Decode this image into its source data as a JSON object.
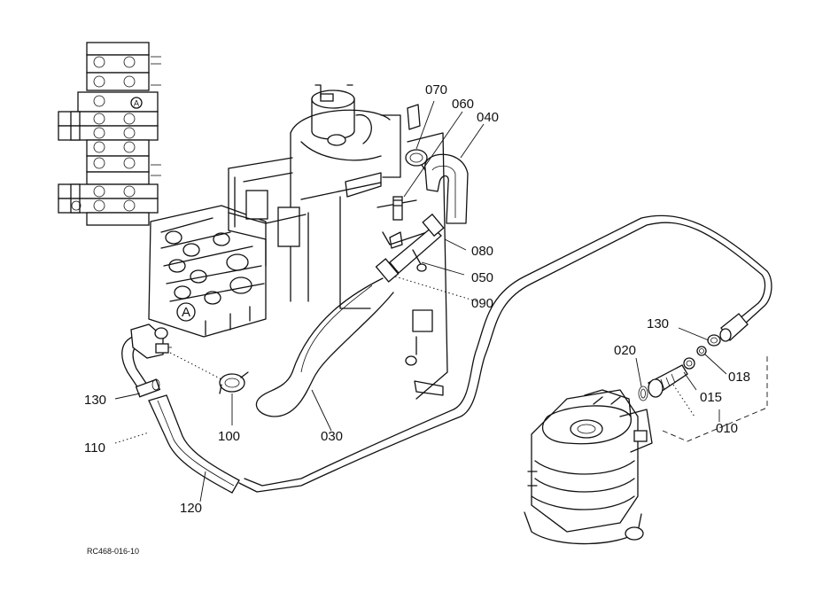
{
  "labels": {
    "p010": "010",
    "p015": "015",
    "p018": "018",
    "p020": "020",
    "p030": "030",
    "p040": "040",
    "p050": "050",
    "p060": "060",
    "p070": "070",
    "p080": "080",
    "p090": "090",
    "p100": "100",
    "p110": "110",
    "p120": "120",
    "p130a": "130",
    "p130b": "130",
    "markerA1": "A",
    "markerA2": "A"
  },
  "reference_code": "RC468-016-10"
}
